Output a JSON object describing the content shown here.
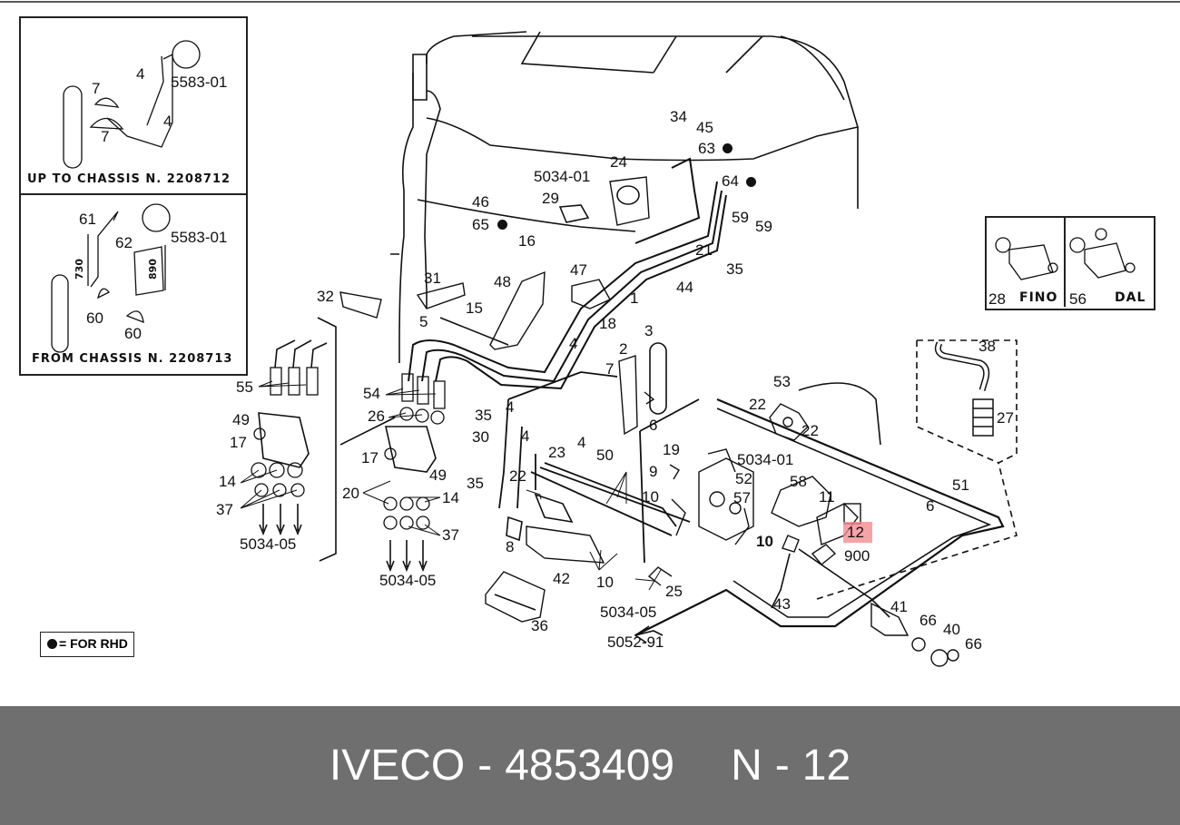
{
  "footer": {
    "brand": "IVECO",
    "separator": "-",
    "part_number": "4853409",
    "diagram_letter": "N",
    "position_number": "12"
  },
  "insets": {
    "up_to_chassis": "UP TO CHASSIS N. 2208712",
    "from_chassis": "FROM CHASSIS N. 2208713",
    "fino": "FINO",
    "dal": "DAL",
    "dim_730": "730",
    "dim_890": "890"
  },
  "legend": {
    "rhd_text": "= FOR RHD"
  },
  "highlight": {
    "part": "12"
  },
  "callouts": [
    "4",
    "5583-01",
    "7",
    "4",
    "7",
    "61",
    "5583-01",
    "62",
    "60",
    "60",
    "34",
    "45",
    "63",
    "5034-01",
    "24",
    "64",
    "29",
    "46",
    "65",
    "16",
    "59",
    "59",
    "21",
    "35",
    "44",
    "31",
    "32",
    "48",
    "47",
    "1",
    "5",
    "15",
    "18",
    "4",
    "2",
    "3",
    "7",
    "6",
    "4",
    "35",
    "30",
    "4",
    "55",
    "54",
    "26",
    "49",
    "17",
    "17",
    "49",
    "14",
    "14",
    "20",
    "14",
    "37",
    "37",
    "5034-05",
    "5034-05",
    "7",
    "23",
    "4",
    "50",
    "19",
    "9",
    "22",
    "5034-01",
    "52",
    "53",
    "22",
    "22",
    "58",
    "10",
    "57",
    "11",
    "10",
    "900",
    "38",
    "27",
    "51",
    "6",
    "35",
    "8",
    "42",
    "10",
    "25",
    "5034-05",
    "36",
    "43",
    "5052-91",
    "41",
    "66",
    "40",
    "66",
    "28",
    "56"
  ]
}
